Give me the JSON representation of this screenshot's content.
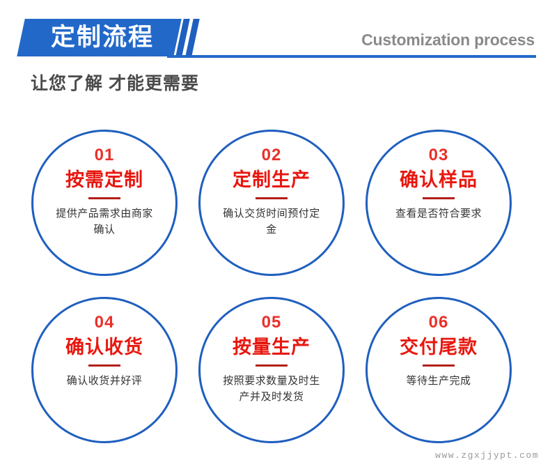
{
  "header": {
    "tag_label": "定制流程",
    "english_label": "Customization process",
    "accent_color": "#2268c9",
    "slash_color": "#1f5fbf"
  },
  "subtitle": "让您了解  才能更需要",
  "steps": [
    {
      "number": "01",
      "title": "按需定制",
      "desc": "提供产品需求由商家确认"
    },
    {
      "number": "02",
      "title": "定制生产",
      "desc": "确认交货时间预付定金"
    },
    {
      "number": "03",
      "title": "确认样品",
      "desc": "查看是否符合要求"
    },
    {
      "number": "04",
      "title": "确认收货",
      "desc": "确认收货并好评"
    },
    {
      "number": "05",
      "title": "按量生产",
      "desc": "按照要求数量及时生产并及时发货"
    },
    {
      "number": "06",
      "title": "交付尾款",
      "desc": "等待生产完成"
    }
  ],
  "watermark": "www.zgxjjypt.com",
  "colors": {
    "circle_border": "#1f5fbf",
    "number_red": "#e8312a",
    "title_red": "#e8170f",
    "divider_red": "#b32019",
    "desc_gray": "#333333",
    "english_gray": "#8a8a8a"
  }
}
